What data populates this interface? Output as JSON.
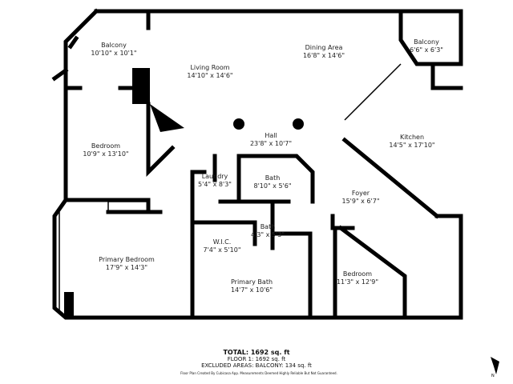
{
  "rooms": [
    {
      "name": "Balcony",
      "dims": "10'10\" x 10'1\""
    },
    {
      "name": "Living Room",
      "dims": "14'10\" x 14'6\""
    },
    {
      "name": "Dining Area",
      "dims": "16'8\" x 14'6\""
    },
    {
      "name": "Balcony",
      "dims": "6'6\" x 6'3\""
    },
    {
      "name": "Hall",
      "dims": "23'8\" x 10'7\""
    },
    {
      "name": "Bedroom",
      "dims": "10'9\" x 13'10\""
    },
    {
      "name": "Kitchen",
      "dims": "14'5\" x 17'10\""
    },
    {
      "name": "Laundry",
      "dims": "5'4\" x 8'3\""
    },
    {
      "name": "Bath",
      "dims": "8'10\" x 5'6\""
    },
    {
      "name": "Foyer",
      "dims": "15'9\" x 6'7\""
    },
    {
      "name": "Bath",
      "dims": "4'3\" x 5'3\""
    },
    {
      "name": "W.I.C.",
      "dims": "7'4\" x 5'10\""
    },
    {
      "name": "Primary Bedroom",
      "dims": "17'9\" x 14'3\""
    },
    {
      "name": "Primary Bath",
      "dims": "14'7\" x 10'6\""
    },
    {
      "name": "Bedroom",
      "dims": "11'3\" x 12'9\""
    }
  ],
  "footer": {
    "total": "TOTAL: 1692 sq. ft",
    "floor": "FLOOR 1: 1692 sq. ft",
    "excluded": "EXCLUDED AREAS: BALCONY: 134 sq. ft",
    "disclaimer": "Floor Plan Created By Cubicasa App. Measurements Deemed Highly Reliable But Not Guaranteed."
  },
  "compass": {
    "label": "N"
  }
}
